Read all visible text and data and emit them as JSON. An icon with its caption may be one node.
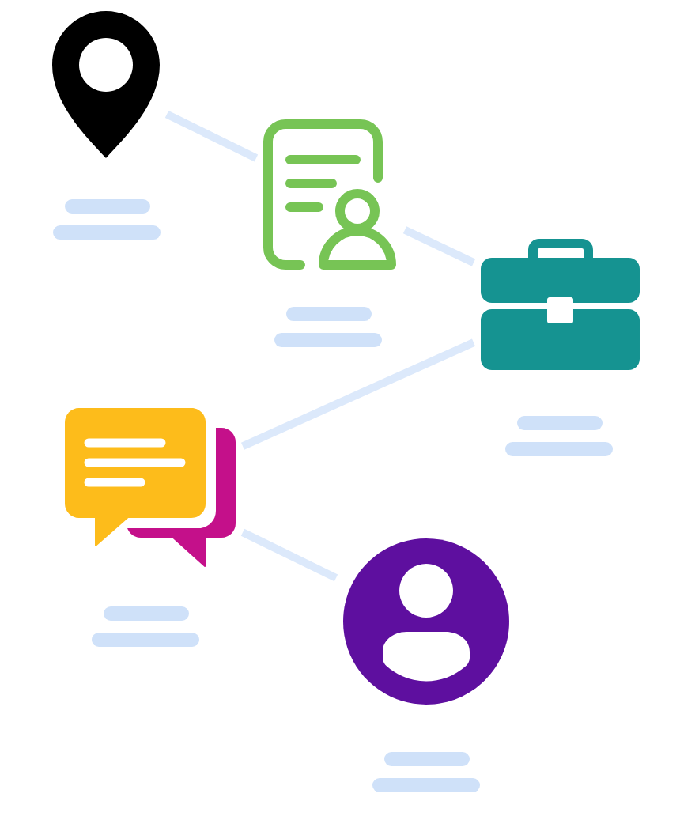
{
  "diagram": {
    "nodes": [
      {
        "text": [],
        "shape": "picture"
      },
      {
        "text": [],
        "shape": "picture"
      },
      {
        "text": [],
        "shape": "picture"
      },
      {
        "text": [],
        "shape": "picture"
      },
      {
        "text": [],
        "shape": "picture"
      }
    ],
    "edges": [
      {
        "from": 0,
        "to": 1,
        "arrow": "none"
      },
      {
        "from": 1,
        "to": 2,
        "arrow": "none"
      },
      {
        "from": 2,
        "to": 3,
        "arrow": "none"
      },
      {
        "from": 3,
        "to": 4,
        "arrow": "none"
      }
    ]
  }
}
